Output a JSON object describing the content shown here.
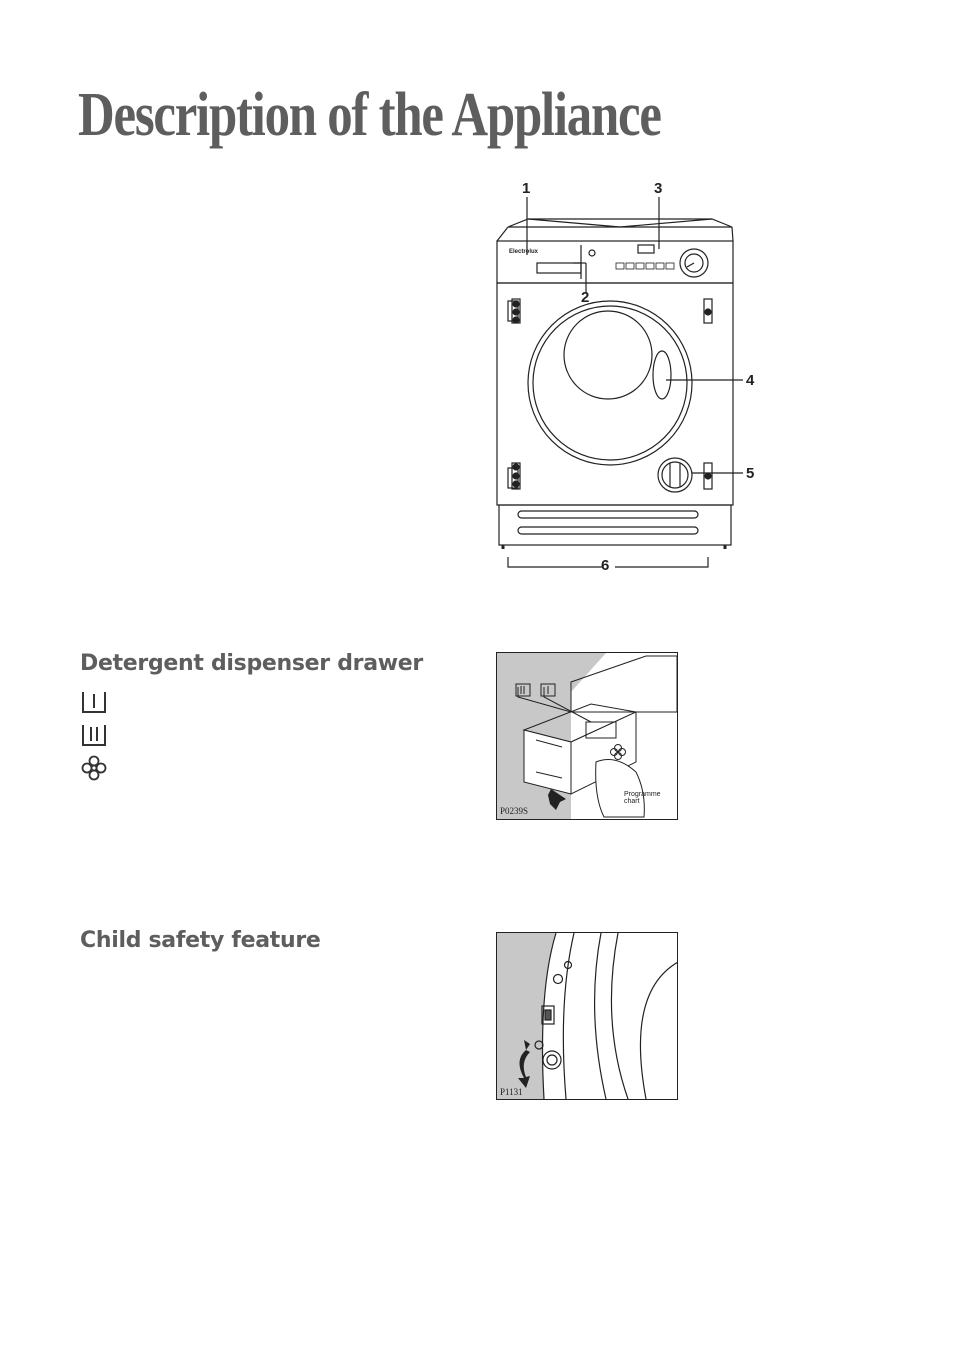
{
  "page": {
    "title": "Description of the Appliance"
  },
  "appliance_figure": {
    "callouts": [
      "1",
      "2",
      "3",
      "4",
      "5",
      "6"
    ],
    "brand": "Electrolux"
  },
  "detergent_section": {
    "heading": "Detergent dispenser drawer",
    "symbols": [
      {
        "icon": "prewash-compartment-icon"
      },
      {
        "icon": "main-wash-compartment-icon"
      },
      {
        "icon": "softener-flower-icon"
      }
    ],
    "figure": {
      "code": "P0239S",
      "caption": "Programme chart"
    }
  },
  "child_safety_section": {
    "heading": "Child safety feature",
    "figure": {
      "code": "P1131"
    }
  },
  "colors": {
    "heading": "#5e5e5e",
    "figure_grey": "#c8c8c8",
    "line": "#222222"
  }
}
